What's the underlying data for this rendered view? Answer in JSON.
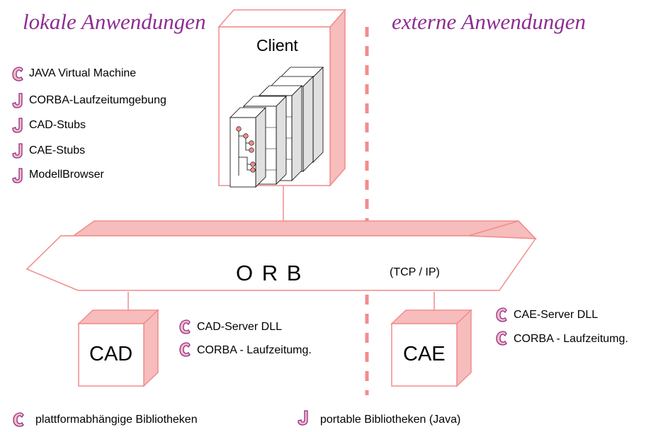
{
  "headings": {
    "local": "lokale Anwendungen",
    "external": "externe Anwendungen"
  },
  "client": {
    "title": "Client",
    "libraries": [
      {
        "icon": "c-icon",
        "label": "JAVA Virtual Machine"
      },
      {
        "icon": "j-icon",
        "label": "CORBA-Laufzeitumgebung"
      },
      {
        "icon": "j-icon",
        "label": "CAD-Stubs"
      },
      {
        "icon": "j-icon",
        "label": "CAE-Stubs"
      },
      {
        "icon": "j-icon",
        "label": "ModellBrowser"
      }
    ]
  },
  "orb": {
    "label": "O R B",
    "protocol": "(TCP / IP)"
  },
  "cad": {
    "title": "CAD",
    "libraries": [
      {
        "icon": "c-icon",
        "label": "CAD-Server DLL"
      },
      {
        "icon": "c-icon",
        "label": "CORBA - Laufzeitumg."
      }
    ]
  },
  "cae": {
    "title": "CAE",
    "libraries": [
      {
        "icon": "c-icon",
        "label": "CAE-Server DLL"
      },
      {
        "icon": "c-icon",
        "label": "CORBA - Laufzeitumg."
      }
    ]
  },
  "legend": {
    "platform": "plattformabhängige Bibliotheken",
    "portable": "portable Bibliotheken (Java)"
  },
  "colors": {
    "box_front": "#ffffff",
    "box_side": "#f7bcbc",
    "box_stroke": "#f28c8c",
    "divider": "#f28c8c",
    "heading": "#8e2c92",
    "icon_fill": "#ffffff",
    "icon_stroke": "#8e2c92"
  }
}
